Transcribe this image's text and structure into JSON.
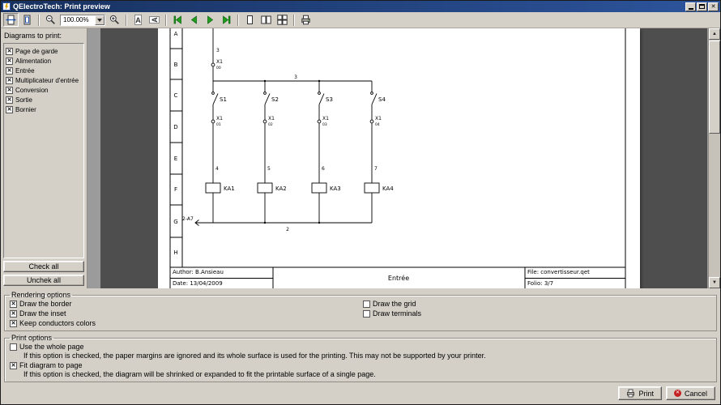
{
  "window": {
    "title": "QElectroTech: Print preview"
  },
  "icons": {
    "close": "✕",
    "up_arrow": "▲",
    "down_arrow": "▼",
    "portrait_letter": "A",
    "landscape_letter": "A"
  },
  "toolbar": {
    "zoom_value": "100.00%"
  },
  "sidebar": {
    "heading": "Diagrams to print:",
    "items": [
      {
        "label": "Page de garde",
        "mark": "✕"
      },
      {
        "label": "Alimentation",
        "mark": "✕"
      },
      {
        "label": "Entrée",
        "mark": "✕"
      },
      {
        "label": "Multiplicateur d'entrée",
        "mark": "✕"
      },
      {
        "label": "Conversion",
        "mark": "✕"
      },
      {
        "label": "Sortie",
        "mark": "✕"
      },
      {
        "label": "Bornier",
        "mark": "✕"
      }
    ],
    "check_all": "Check all",
    "uncheck_all": "Unchek all"
  },
  "diagram": {
    "rows": [
      "A",
      "B",
      "C",
      "D",
      "E",
      "F",
      "G",
      "H"
    ],
    "top_wire": "3",
    "bus_top": "3",
    "bus_bottom": "2",
    "left_ref": "2-A7",
    "top_terminal": {
      "name": "X1",
      "pin": "00"
    },
    "branches": [
      {
        "switch": "S1",
        "terminal": "X1",
        "pin": "01",
        "wire": "4",
        "coil": "KA1"
      },
      {
        "switch": "S2",
        "terminal": "X1",
        "pin": "02",
        "wire": "5",
        "coil": "KA2"
      },
      {
        "switch": "S3",
        "terminal": "X1",
        "pin": "03",
        "wire": "6",
        "coil": "KA3"
      },
      {
        "switch": "S4",
        "terminal": "X1",
        "pin": "04",
        "wire": "7",
        "coil": "KA4"
      }
    ],
    "title_block": {
      "author": "Author: B.Ansieau",
      "date": "Date: 13/04/2009",
      "center": "Entrée",
      "file": "File: convertisseur.qet",
      "folio": "Folio: 3/7"
    }
  },
  "rendering_options": {
    "title": "Rendering options",
    "left": [
      {
        "label": "Draw the border",
        "mark": "✕"
      },
      {
        "label": "Draw the inset",
        "mark": "✕"
      },
      {
        "label": "Keep conductors colors",
        "mark": "✕"
      }
    ],
    "right": [
      {
        "label": "Draw the grid",
        "mark": ""
      },
      {
        "label": "Draw terminals",
        "mark": ""
      }
    ]
  },
  "print_options": {
    "title": "Print options",
    "items": [
      {
        "label": "Use the whole page",
        "mark": "",
        "help": "If this option is checked, the paper margins are ignored and its whole surface is used for the printing. This may not be supported by your printer."
      },
      {
        "label": "Fit diagram to page",
        "mark": "✕",
        "help": "If this option is checked, the diagram will be shrinked or expanded to fit the printable surface of a single page."
      }
    ]
  },
  "footer": {
    "print": "Print",
    "cancel": "Cancel"
  }
}
